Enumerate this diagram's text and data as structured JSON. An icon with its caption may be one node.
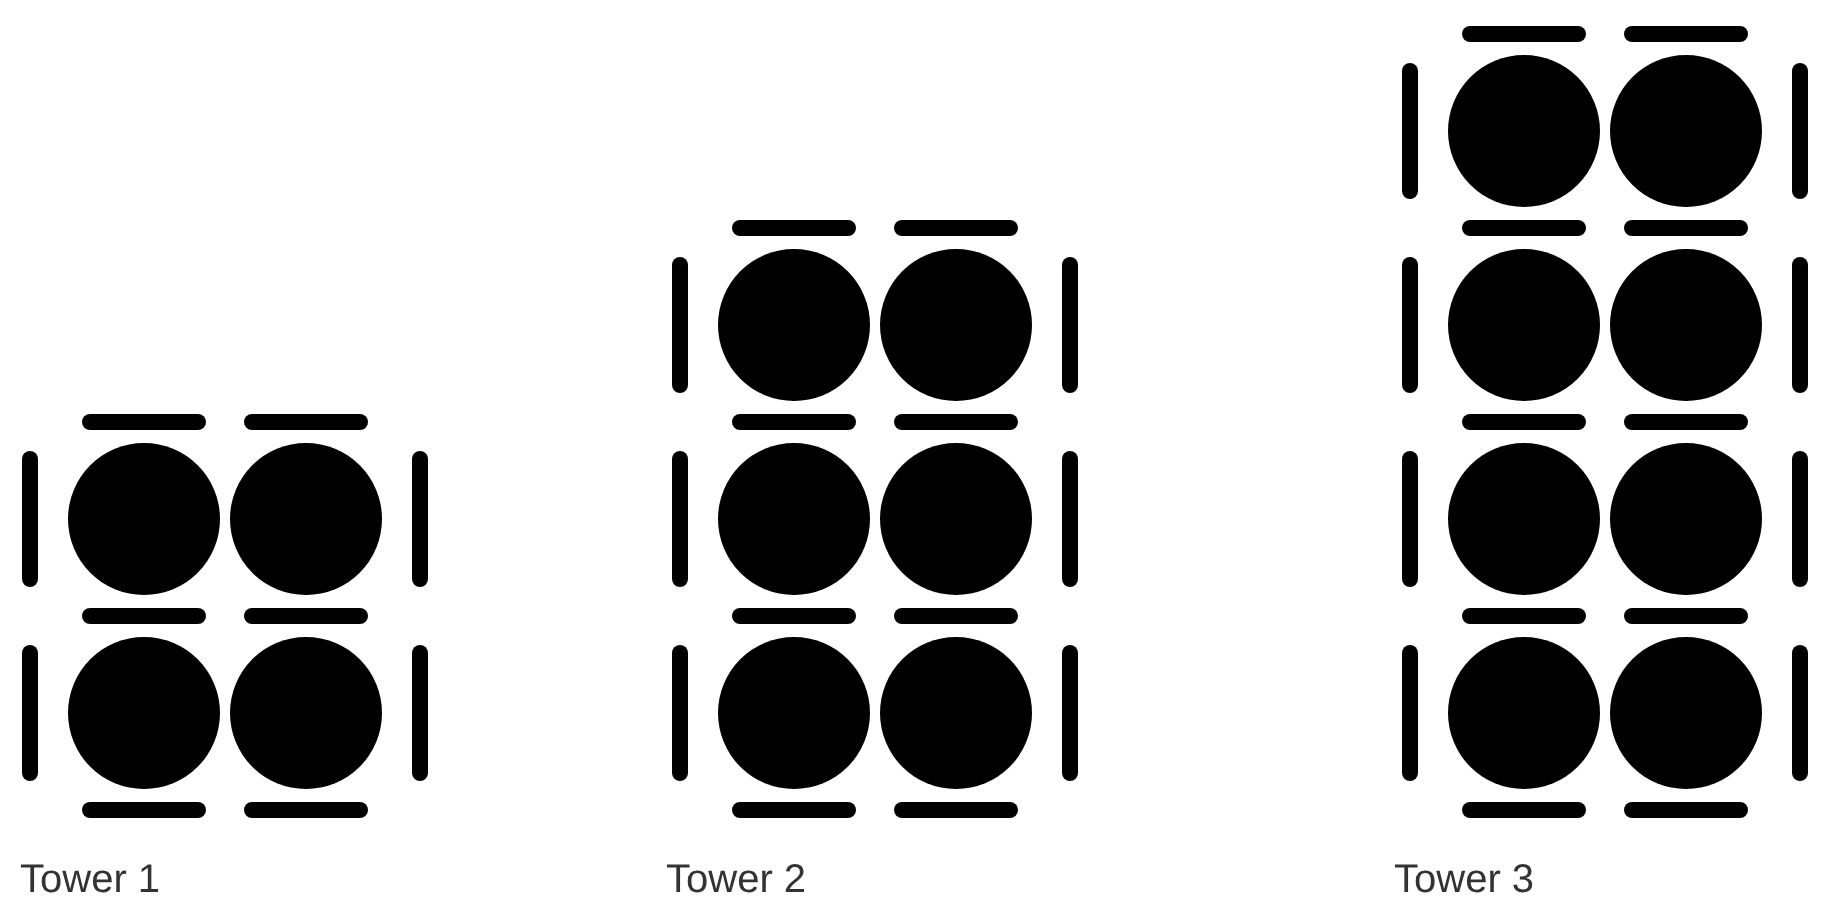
{
  "diagram": {
    "labels": [
      "Tower 1",
      "Tower 2",
      "Tower 3"
    ]
  }
}
